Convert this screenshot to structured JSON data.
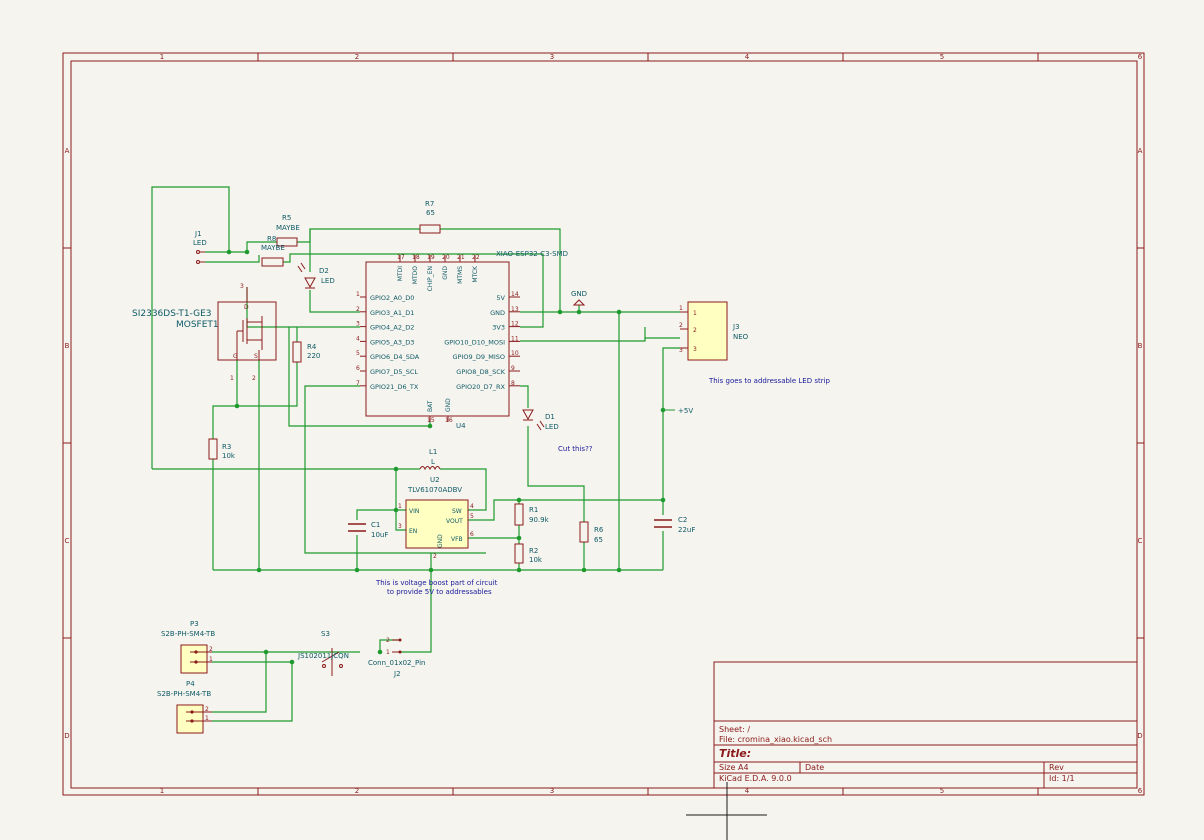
{
  "frame": {
    "cols": [
      "1",
      "2",
      "3",
      "4",
      "5",
      "6"
    ],
    "rows": [
      "A",
      "B",
      "C",
      "D"
    ]
  },
  "title_block": {
    "sheet": "Sheet: /",
    "file": "File: cromina_xiao.kicad_sch",
    "title": "Title:",
    "size": "Size  A4",
    "date": "Date",
    "rev": "Rev",
    "tool": "KiCad E.D.A. 9.0.0",
    "id": "Id: 1/1"
  },
  "components": {
    "j1_ref": "J1",
    "j1_val": "LED",
    "r5_ref": "R5",
    "r5_val": "MAYBE",
    "r8_ref": "R8",
    "r8_val": "MAYBE",
    "r7_ref": "R7",
    "r7_val": "65",
    "d2_ref": "D2",
    "d2_val": "LED",
    "q_val": "SI2336DS-T1-GE3",
    "q_ref": "MOSFET1",
    "r4_ref": "R4",
    "r4_val": "220",
    "r3_ref": "R3",
    "r3_val": "10k",
    "u4_name": "XIAO-ESP32-C3-SMD",
    "u4_ref": "U4",
    "gnd_label": "GND",
    "j3_ref": "J3",
    "j3_val": "NEO",
    "j3_note": "This goes to addressable LED strip",
    "plus5": "+5V",
    "d1_ref": "D1",
    "d1_val": "LED",
    "cut_note": "Cut this??",
    "l1_ref": "L1",
    "l1_val": "L",
    "u2_ref": "U2",
    "u2_val": "TLV61070ADBV",
    "c1_ref": "C1",
    "c1_val": "10uF",
    "r1_ref": "R1",
    "r1_val": "90.9k",
    "r2_ref": "R2",
    "r2_val": "10k",
    "r6_ref": "R6",
    "r6_val": "65",
    "c2_ref": "C2",
    "c2_val": "22uF",
    "boost_note_1": "This is voltage boost part of circuit",
    "boost_note_2": "to provide 5V to addressables",
    "p3_ref": "P3",
    "p3_val": "S2B-PH-SM4-TB",
    "p4_ref": "P4",
    "p4_val": "S2B-PH-SM4-TB",
    "s3_ref": "S3",
    "s3_val": "JS102011JCQN",
    "j2_val": "Conn_01x02_Pin",
    "j2_ref": "J2"
  },
  "u4_pins_left": [
    {
      "num": "1",
      "name": "GPIO2_A0_D0"
    },
    {
      "num": "2",
      "name": "GPIO3_A1_D1"
    },
    {
      "num": "3",
      "name": "GPIO4_A2_D2"
    },
    {
      "num": "4",
      "name": "GPIO5_A3_D3"
    },
    {
      "num": "5",
      "name": "GPIO6_D4_SDA"
    },
    {
      "num": "6",
      "name": "GPIO7_D5_SCL"
    },
    {
      "num": "7",
      "name": "GPIO21_D6_TX"
    }
  ],
  "u4_pins_right": [
    {
      "num": "14",
      "name": "5V"
    },
    {
      "num": "13",
      "name": "GND"
    },
    {
      "num": "12",
      "name": "3V3"
    },
    {
      "num": "11",
      "name": "GPIO10_D10_MOSI"
    },
    {
      "num": "10",
      "name": "GPIO9_D9_MISO"
    },
    {
      "num": "9",
      "name": "GPIO8_D8_SCK"
    },
    {
      "num": "8",
      "name": "GPIO20_D7_RX"
    }
  ],
  "u4_pins_top": [
    {
      "num": "17",
      "name": "MTDI"
    },
    {
      "num": "18",
      "name": "MTDO"
    },
    {
      "num": "19",
      "name": "CHIP_EN"
    },
    {
      "num": "20",
      "name": "GND"
    },
    {
      "num": "21",
      "name": "MTMS"
    },
    {
      "num": "22",
      "name": "MTCK"
    }
  ],
  "u4_pins_bottom": [
    {
      "num": "15",
      "name": "BAT"
    },
    {
      "num": "16",
      "name": "GND"
    }
  ],
  "j3_pins": [
    "1",
    "2",
    "3"
  ],
  "u2_pins": {
    "vin": "VIN",
    "en": "EN",
    "sw": "SW",
    "vout": "VOUT",
    "fb": "VFB",
    "gnd": "GND",
    "n_vin": "1",
    "n_en": "3",
    "n_sw": "4",
    "n_vout": "5",
    "n_fb": "6",
    "n_gnd": "2"
  },
  "q_pins": {
    "d": "3",
    "g": "1",
    "s": "2",
    "gl": "G",
    "sl": "S",
    "dl": "D"
  },
  "j2_pins": {
    "p1": "1",
    "p2": "2"
  },
  "p_pins": {
    "p1": "1",
    "p2": "2"
  },
  "colors": {
    "frame": "#8b1a1a",
    "wire": "#1e9a2e",
    "body_fill": "#ffffc2",
    "pin_text": "#0f5a66",
    "note_text": "#1a1a9a",
    "sheet_bg": "#f5f4ef"
  }
}
